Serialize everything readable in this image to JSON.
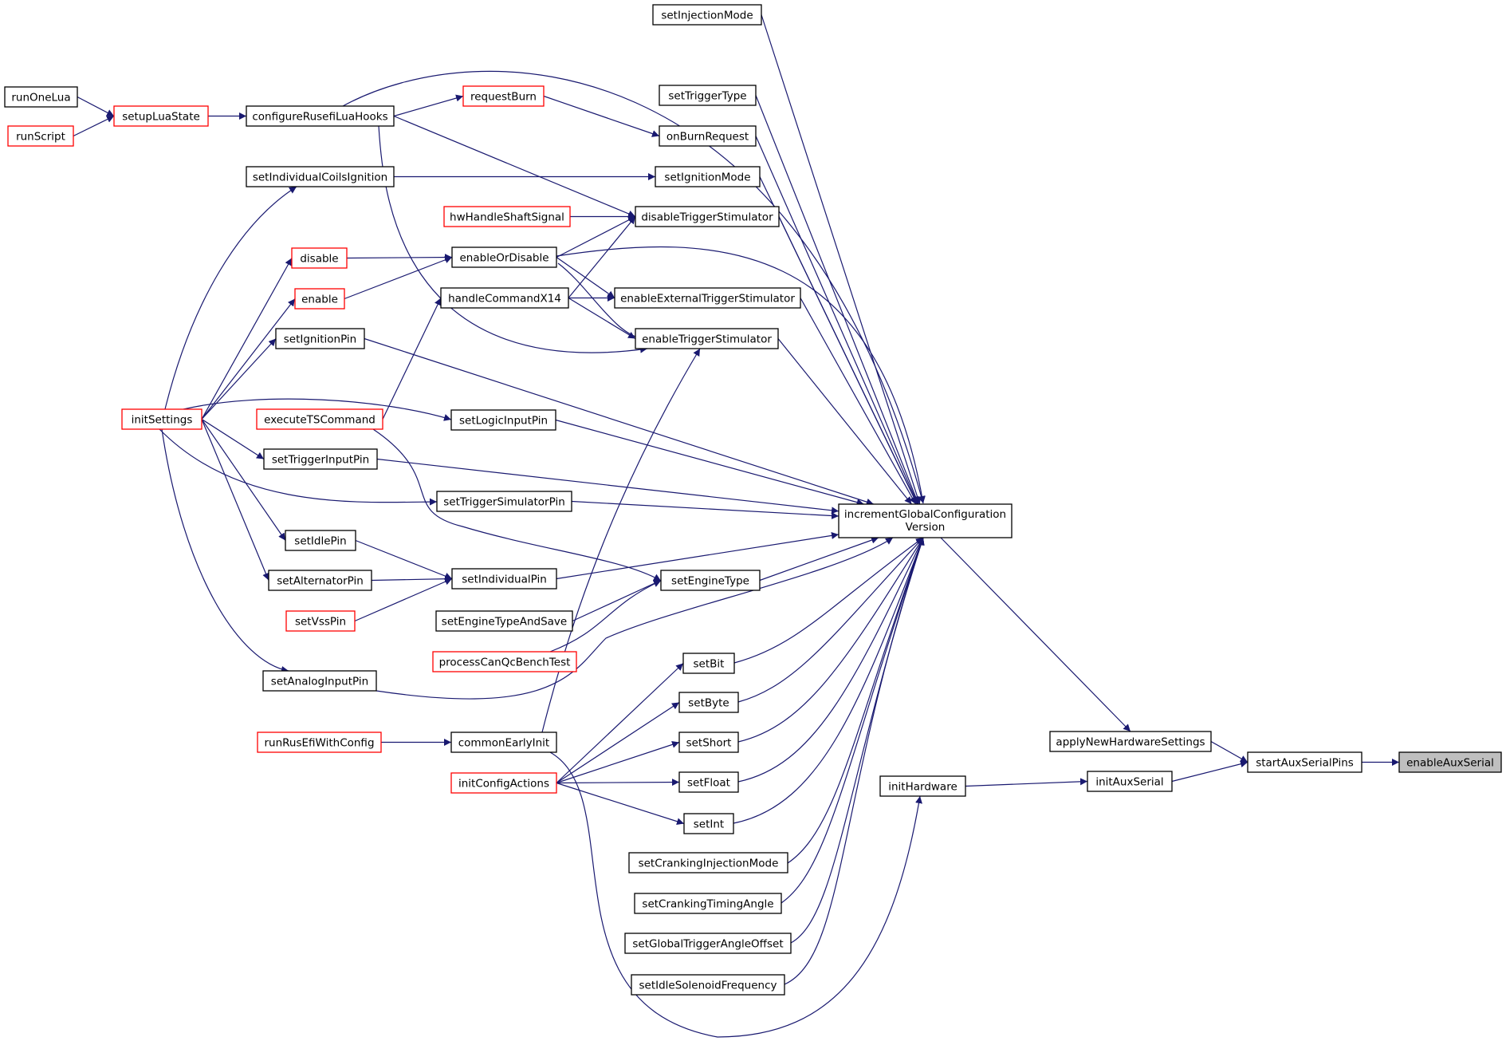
{
  "colors": {
    "edge": "#191970",
    "box_border": "#000000",
    "box_border_truncated": "#ff0000",
    "box_fill": "#ffffff",
    "focus_fill": "#bfbfbf"
  },
  "graph": {
    "focus": "enableAuxSerial",
    "nodes": [
      {
        "id": "runOneLua",
        "label": "runOneLua",
        "style": "normal"
      },
      {
        "id": "runScript",
        "label": "runScript",
        "style": "truncated"
      },
      {
        "id": "setupLuaState",
        "label": "setupLuaState",
        "style": "truncated"
      },
      {
        "id": "configureRusefiLuaHooks",
        "label": "configureRusefiLuaHooks",
        "style": "normal"
      },
      {
        "id": "requestBurn",
        "label": "requestBurn",
        "style": "truncated"
      },
      {
        "id": "setInjectionMode",
        "label": "setInjectionMode",
        "style": "normal"
      },
      {
        "id": "setTriggerType",
        "label": "setTriggerType",
        "style": "normal"
      },
      {
        "id": "onBurnRequest",
        "label": "onBurnRequest",
        "style": "normal"
      },
      {
        "id": "setIndividualCoilsIgnition",
        "label": "setIndividualCoilsIgnition",
        "style": "normal"
      },
      {
        "id": "setIgnitionMode",
        "label": "setIgnitionMode",
        "style": "normal"
      },
      {
        "id": "hwHandleShaftSignal",
        "label": "hwHandleShaftSignal",
        "style": "truncated"
      },
      {
        "id": "disableTriggerStimulator",
        "label": "disableTriggerStimulator",
        "style": "normal"
      },
      {
        "id": "disable",
        "label": "disable",
        "style": "truncated"
      },
      {
        "id": "enableOrDisable",
        "label": "enableOrDisable",
        "style": "normal"
      },
      {
        "id": "enable",
        "label": "enable",
        "style": "truncated"
      },
      {
        "id": "handleCommandX14",
        "label": "handleCommandX14",
        "style": "normal"
      },
      {
        "id": "enableExternalTriggerStimulator",
        "label": "enableExternalTriggerStimulator",
        "style": "normal"
      },
      {
        "id": "setIgnitionPin",
        "label": "setIgnitionPin",
        "style": "normal"
      },
      {
        "id": "enableTriggerStimulator",
        "label": "enableTriggerStimulator",
        "style": "normal"
      },
      {
        "id": "initSettings",
        "label": "initSettings",
        "style": "truncated"
      },
      {
        "id": "executeTSCommand",
        "label": "executeTSCommand",
        "style": "truncated"
      },
      {
        "id": "setLogicInputPin",
        "label": "setLogicInputPin",
        "style": "normal"
      },
      {
        "id": "setTriggerInputPin",
        "label": "setTriggerInputPin",
        "style": "normal"
      },
      {
        "id": "setTriggerSimulatorPin",
        "label": "setTriggerSimulatorPin",
        "style": "normal"
      },
      {
        "id": "incrementGlobalConfigurationVersion",
        "label": "incrementGlobalConfiguration\nVersion",
        "style": "normal"
      },
      {
        "id": "setIdlePin",
        "label": "setIdlePin",
        "style": "normal"
      },
      {
        "id": "setAlternatorPin",
        "label": "setAlternatorPin",
        "style": "normal"
      },
      {
        "id": "setIndividualPin",
        "label": "setIndividualPin",
        "style": "normal"
      },
      {
        "id": "setEngineType",
        "label": "setEngineType",
        "style": "normal"
      },
      {
        "id": "setVssPin",
        "label": "setVssPin",
        "style": "truncated"
      },
      {
        "id": "setEngineTypeAndSave",
        "label": "setEngineTypeAndSave",
        "style": "normal"
      },
      {
        "id": "processCanQcBenchTest",
        "label": "processCanQcBenchTest",
        "style": "truncated"
      },
      {
        "id": "setBit",
        "label": "setBit",
        "style": "normal"
      },
      {
        "id": "setAnalogInputPin",
        "label": "setAnalogInputPin",
        "style": "normal"
      },
      {
        "id": "setByte",
        "label": "setByte",
        "style": "normal"
      },
      {
        "id": "runRusEfiWithConfig",
        "label": "runRusEfiWithConfig",
        "style": "truncated"
      },
      {
        "id": "commonEarlyInit",
        "label": "commonEarlyInit",
        "style": "normal"
      },
      {
        "id": "setShort",
        "label": "setShort",
        "style": "normal"
      },
      {
        "id": "applyNewHardwareSettings",
        "label": "applyNewHardwareSettings",
        "style": "normal"
      },
      {
        "id": "initConfigActions",
        "label": "initConfigActions",
        "style": "truncated"
      },
      {
        "id": "setFloat",
        "label": "setFloat",
        "style": "normal"
      },
      {
        "id": "startAuxSerialPins",
        "label": "startAuxSerialPins",
        "style": "normal"
      },
      {
        "id": "enableAuxSerial",
        "label": "enableAuxSerial",
        "style": "focus"
      },
      {
        "id": "initHardware",
        "label": "initHardware",
        "style": "normal"
      },
      {
        "id": "initAuxSerial",
        "label": "initAuxSerial",
        "style": "normal"
      },
      {
        "id": "setInt",
        "label": "setInt",
        "style": "normal"
      },
      {
        "id": "setCrankingInjectionMode",
        "label": "setCrankingInjectionMode",
        "style": "normal"
      },
      {
        "id": "setCrankingTimingAngle",
        "label": "setCrankingTimingAngle",
        "style": "normal"
      },
      {
        "id": "setGlobalTriggerAngleOffset",
        "label": "setGlobalTriggerAngleOffset",
        "style": "normal"
      },
      {
        "id": "setIdleSolenoidFrequency",
        "label": "setIdleSolenoidFrequency",
        "style": "normal"
      }
    ],
    "edges": [
      [
        "runOneLua",
        "setupLuaState"
      ],
      [
        "runScript",
        "setupLuaState"
      ],
      [
        "setupLuaState",
        "configureRusefiLuaHooks"
      ],
      [
        "configureRusefiLuaHooks",
        "requestBurn"
      ],
      [
        "configureRusefiLuaHooks",
        "incrementGlobalConfigurationVersion"
      ],
      [
        "configureRusefiLuaHooks",
        "disableTriggerStimulator"
      ],
      [
        "configureRusefiLuaHooks",
        "enableTriggerStimulator"
      ],
      [
        "requestBurn",
        "onBurnRequest"
      ],
      [
        "setInjectionMode",
        "incrementGlobalConfigurationVersion"
      ],
      [
        "setTriggerType",
        "incrementGlobalConfigurationVersion"
      ],
      [
        "onBurnRequest",
        "incrementGlobalConfigurationVersion"
      ],
      [
        "setIndividualCoilsIgnition",
        "setIgnitionMode"
      ],
      [
        "setIgnitionMode",
        "incrementGlobalConfigurationVersion"
      ],
      [
        "hwHandleShaftSignal",
        "disableTriggerStimulator"
      ],
      [
        "disableTriggerStimulator",
        "incrementGlobalConfigurationVersion"
      ],
      [
        "disable",
        "enableOrDisable"
      ],
      [
        "enable",
        "enableOrDisable"
      ],
      [
        "enableOrDisable",
        "incrementGlobalConfigurationVersion"
      ],
      [
        "enableOrDisable",
        "disableTriggerStimulator"
      ],
      [
        "enableOrDisable",
        "enableExternalTriggerStimulator"
      ],
      [
        "enableOrDisable",
        "enableTriggerStimulator"
      ],
      [
        "handleCommandX14",
        "disableTriggerStimulator"
      ],
      [
        "handleCommandX14",
        "enableExternalTriggerStimulator"
      ],
      [
        "handleCommandX14",
        "enableTriggerStimulator"
      ],
      [
        "enableExternalTriggerStimulator",
        "incrementGlobalConfigurationVersion"
      ],
      [
        "enableTriggerStimulator",
        "incrementGlobalConfigurationVersion"
      ],
      [
        "setIgnitionPin",
        "incrementGlobalConfigurationVersion"
      ],
      [
        "initSettings",
        "setIndividualCoilsIgnition"
      ],
      [
        "initSettings",
        "disable"
      ],
      [
        "initSettings",
        "enable"
      ],
      [
        "initSettings",
        "setIgnitionPin"
      ],
      [
        "initSettings",
        "setLogicInputPin"
      ],
      [
        "initSettings",
        "setTriggerInputPin"
      ],
      [
        "initSettings",
        "setTriggerSimulatorPin"
      ],
      [
        "initSettings",
        "setIdlePin"
      ],
      [
        "initSettings",
        "setAlternatorPin"
      ],
      [
        "initSettings",
        "setAnalogInputPin"
      ],
      [
        "executeTSCommand",
        "handleCommandX14"
      ],
      [
        "executeTSCommand",
        "setEngineType"
      ],
      [
        "setLogicInputPin",
        "incrementGlobalConfigurationVersion"
      ],
      [
        "setTriggerInputPin",
        "incrementGlobalConfigurationVersion"
      ],
      [
        "setTriggerSimulatorPin",
        "incrementGlobalConfigurationVersion"
      ],
      [
        "incrementGlobalConfigurationVersion",
        "applyNewHardwareSettings"
      ],
      [
        "setIdlePin",
        "setIndividualPin"
      ],
      [
        "setAlternatorPin",
        "setIndividualPin"
      ],
      [
        "setVssPin",
        "setIndividualPin"
      ],
      [
        "setIndividualPin",
        "incrementGlobalConfigurationVersion"
      ],
      [
        "setEngineType",
        "incrementGlobalConfigurationVersion"
      ],
      [
        "setEngineTypeAndSave",
        "setEngineType"
      ],
      [
        "processCanQcBenchTest",
        "setEngineType"
      ],
      [
        "setAnalogInputPin",
        "incrementGlobalConfigurationVersion"
      ],
      [
        "setBit",
        "incrementGlobalConfigurationVersion"
      ],
      [
        "setByte",
        "incrementGlobalConfigurationVersion"
      ],
      [
        "setShort",
        "incrementGlobalConfigurationVersion"
      ],
      [
        "setFloat",
        "incrementGlobalConfigurationVersion"
      ],
      [
        "setInt",
        "incrementGlobalConfigurationVersion"
      ],
      [
        "runRusEfiWithConfig",
        "commonEarlyInit"
      ],
      [
        "commonEarlyInit",
        "enableTriggerStimulator"
      ],
      [
        "commonEarlyInit",
        "initHardware"
      ],
      [
        "initConfigActions",
        "setBit"
      ],
      [
        "initConfigActions",
        "setByte"
      ],
      [
        "initConfigActions",
        "setShort"
      ],
      [
        "initConfigActions",
        "setFloat"
      ],
      [
        "initConfigActions",
        "setInt"
      ],
      [
        "setCrankingInjectionMode",
        "incrementGlobalConfigurationVersion"
      ],
      [
        "setCrankingTimingAngle",
        "incrementGlobalConfigurationVersion"
      ],
      [
        "setGlobalTriggerAngleOffset",
        "incrementGlobalConfigurationVersion"
      ],
      [
        "setIdleSolenoidFrequency",
        "incrementGlobalConfigurationVersion"
      ],
      [
        "applyNewHardwareSettings",
        "startAuxSerialPins"
      ],
      [
        "initHardware",
        "initAuxSerial"
      ],
      [
        "initAuxSerial",
        "startAuxSerialPins"
      ],
      [
        "startAuxSerialPins",
        "enableAuxSerial"
      ]
    ]
  }
}
